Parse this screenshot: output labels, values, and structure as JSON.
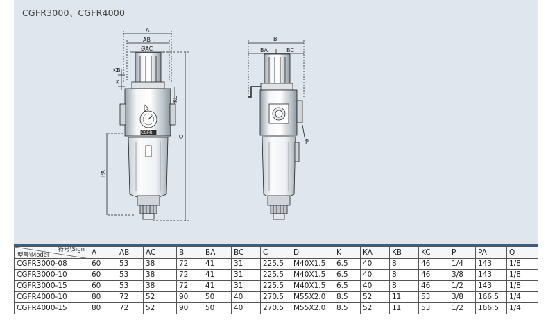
{
  "title": "CGFR3000、CGFR4000",
  "drawing": {
    "front_labels": {
      "A": "A",
      "AB": "AB",
      "AC": "ØAC",
      "KB": "KB",
      "K": "K",
      "KC": "KC",
      "C": "C",
      "PA": "PA",
      "brand": "CGFR"
    },
    "side_labels": {
      "B": "B",
      "BA": "BA",
      "BC": "BC",
      "P": "P"
    }
  },
  "table": {
    "corner_sign": "符号\\Sign",
    "corner_model": "型号\\Model",
    "headers": [
      "A",
      "AB",
      "AC",
      "B",
      "BA",
      "BC",
      "C",
      "D",
      "K",
      "KA",
      "KB",
      "KC",
      "P",
      "PA",
      "Q"
    ],
    "rows": [
      [
        "CGFR3000-08",
        "60",
        "53",
        "38",
        "72",
        "41",
        "31",
        "225.5",
        "M40X1.5",
        "6.5",
        "40",
        "8",
        "46",
        "1/4",
        "143",
        "1/8"
      ],
      [
        "CGFR3000-10",
        "60",
        "53",
        "38",
        "72",
        "41",
        "31",
        "225.5",
        "M40X1.5",
        "6.5",
        "40",
        "8",
        "46",
        "3/8",
        "143",
        "1/8"
      ],
      [
        "CGFR3000-15",
        "60",
        "53",
        "38",
        "72",
        "41",
        "31",
        "225.5",
        "M40X1.5",
        "6.5",
        "40",
        "8",
        "46",
        "1/2",
        "143",
        "1/8"
      ],
      [
        "CGFR4000-10",
        "80",
        "72",
        "52",
        "90",
        "50",
        "40",
        "270.5",
        "M55X2.0",
        "8.5",
        "52",
        "11",
        "53",
        "3/8",
        "166.5",
        "1/4"
      ],
      [
        "CGFR4000-15",
        "80",
        "72",
        "52",
        "90",
        "50",
        "40",
        "270.5",
        "M55X2.0",
        "8.5",
        "52",
        "11",
        "53",
        "1/2",
        "166.5",
        "1/4"
      ]
    ]
  }
}
